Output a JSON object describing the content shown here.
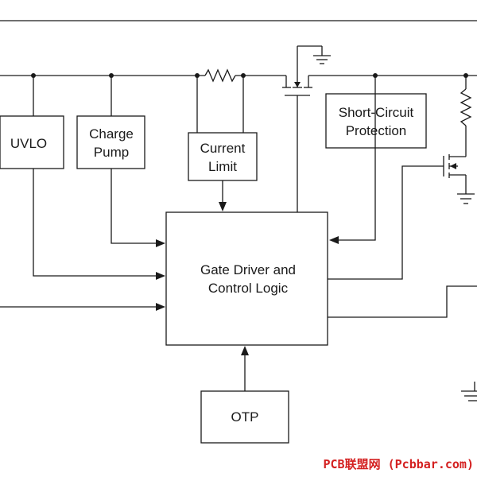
{
  "blocks": {
    "uvlo": "UVLO",
    "charge_pump": [
      "Charge",
      "Pump"
    ],
    "current_limit": [
      "Current",
      "Limit"
    ],
    "short_circuit": [
      "Short-Circuit",
      "Protection"
    ],
    "gate_driver": [
      "Gate Driver and",
      "Control Logic"
    ],
    "otp": "OTP"
  },
  "watermark": "PCB联盟网 (Pcbbar.com)",
  "colors": {
    "line": "#1a1a1a",
    "watermark": "#d42020"
  }
}
